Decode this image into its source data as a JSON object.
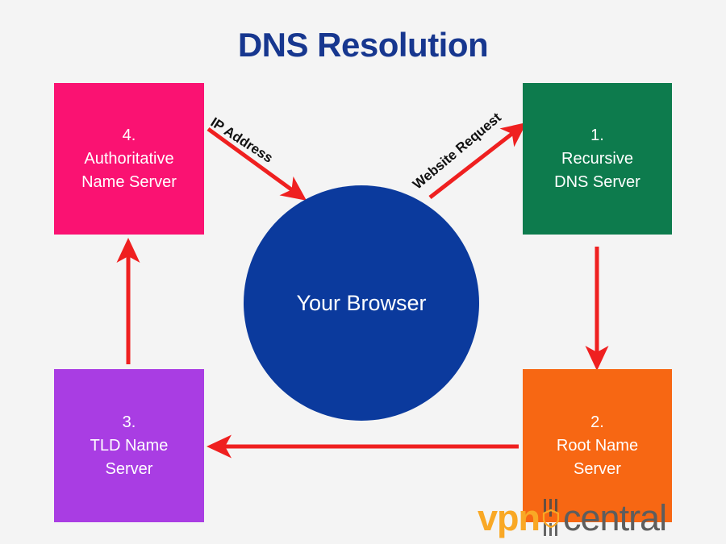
{
  "title": "DNS Resolution",
  "background_color": "#f4f4f4",
  "title_color": "#17378f",
  "arrow_color": "#ef2020",
  "nodes": {
    "authoritative": {
      "label": "4.\nAuthoritative\nName Server",
      "color": "#fa1272",
      "step": "4."
    },
    "recursive": {
      "label": "1.\nRecursive\nDNS Server",
      "color": "#0d7b4d",
      "step": "1."
    },
    "root": {
      "label": "2.\nRoot Name\nServer",
      "color": "#f76713",
      "step": "2."
    },
    "tld": {
      "label": "3.\nTLD Name\nServer",
      "color": "#a93de3",
      "step": "3."
    },
    "browser": {
      "label": "Your Browser",
      "color": "#0b3a9d"
    }
  },
  "arrows": [
    {
      "name": "browser-to-recursive",
      "label": "Website Request",
      "from": "browser",
      "to": "recursive"
    },
    {
      "name": "recursive-to-root",
      "label": "",
      "from": "recursive",
      "to": "root"
    },
    {
      "name": "root-to-tld",
      "label": "",
      "from": "root",
      "to": "tld"
    },
    {
      "name": "tld-to-authoritative",
      "label": "",
      "from": "tld",
      "to": "authoritative"
    },
    {
      "name": "authoritative-to-browser",
      "label": "IP Address",
      "from": "authoritative",
      "to": "browser"
    }
  ],
  "labels": {
    "ip_address": "IP Address",
    "website_request": "Website Request"
  },
  "watermark": {
    "primary": "vpn",
    "secondary": "central",
    "primary_color": "#f9a825",
    "secondary_color": "#5d5d5d"
  }
}
